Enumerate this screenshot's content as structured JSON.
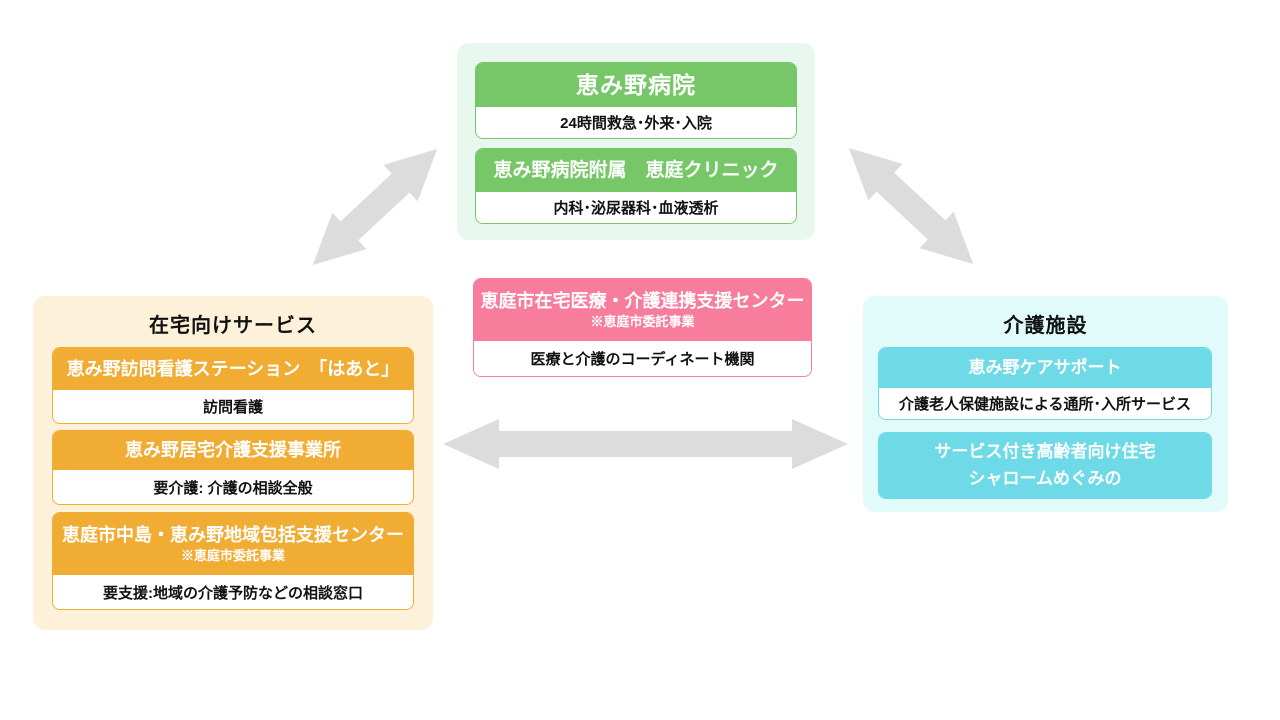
{
  "palette": {
    "green": "#77c768",
    "green_light": "#e9f8ee",
    "pink": "#f87d9d",
    "orange": "#f0ac33",
    "orange_light": "#fdf1da",
    "cyan": "#6edae7",
    "cyan_light": "#e1fbfb",
    "arrow_gray": "#dcdcdc",
    "text_dark": "#111111",
    "text_on_color": "#ffffff"
  },
  "hospital_panel": {
    "cards": [
      {
        "title": "恵み野病院",
        "body": "24時間救急･外来･入院"
      },
      {
        "title": "恵み野病院附属　恵庭クリニック",
        "body": "内科･泌尿器科･血液透析"
      }
    ]
  },
  "center_card": {
    "title": "恵庭市在宅医療・介護連携支援センター",
    "subtitle": "※恵庭市委託事業",
    "body": "医療と介護のコーディネート機関"
  },
  "home_panel": {
    "title": "在宅向けサービス",
    "cards": [
      {
        "title": "恵み野訪問看護ステーション　「はあと」",
        "body": "訪問看護"
      },
      {
        "title": "恵み野居宅介護支援事業所",
        "body": "要介護: 介護の相談全般"
      },
      {
        "title": "恵庭市中島・恵み野地域包括支援センター",
        "subtitle": "※恵庭市委託事業",
        "body": "要支援:地域の介護予防などの相談窓口"
      }
    ]
  },
  "care_panel": {
    "title": "介護施設",
    "cards": [
      {
        "title": "恵み野ケアサポート",
        "body": "介護老人保健施設による通所･入所サービス"
      },
      {
        "title_line1": "サービス付き高齢者向け住宅",
        "title_line2": "シャロームめぐみの"
      }
    ]
  }
}
